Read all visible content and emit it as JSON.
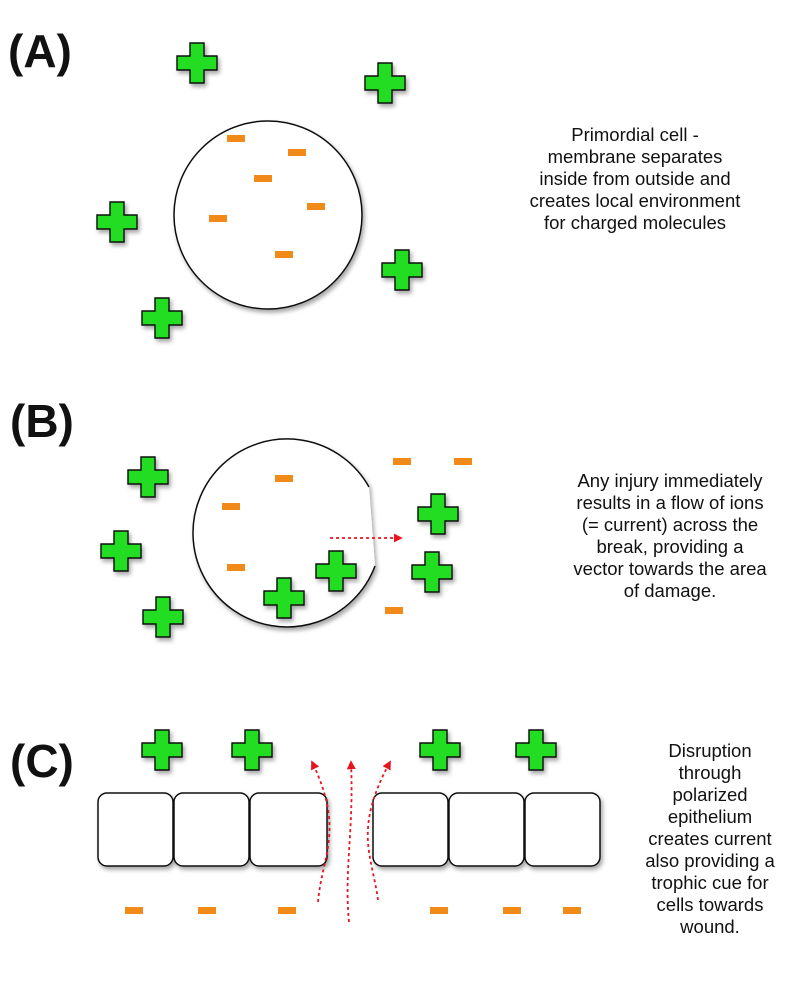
{
  "panels": [
    {
      "label": "(A)",
      "caption": "Primordial cell -\nmembrane separates\ninside from outside and\ncreates local environment\nfor charged molecules"
    },
    {
      "label": "(B)",
      "caption": "Any injury immediately\nresults in a flow of ions\n(= current) across the\nbreak, providing a\nvector towards the area\nof damage."
    },
    {
      "label": "(C)",
      "caption": "Disruption\nthrough\npolarized\nepithelium\ncreates current\nalso providing a\ntrophic cue for\ncells towards\nwound."
    }
  ],
  "colors": {
    "positive_ion": "#22dd22",
    "negative_ion": "#f28a1a",
    "current_arrow": "#e8141e",
    "membrane": "#111111"
  },
  "icons": {
    "positive": "plus-icon",
    "negative": "minus-icon"
  }
}
